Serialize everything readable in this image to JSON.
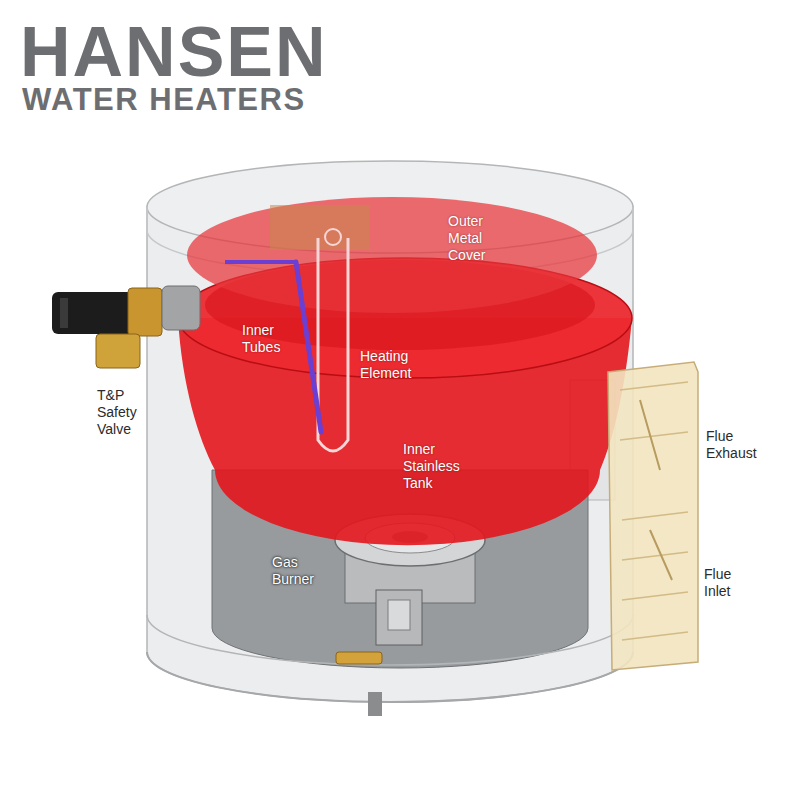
{
  "diagram": {
    "labels": [
      "HANSEN",
      "WATER HEATERS",
      "Outer Metal Cover",
      "Inner Tubes",
      "Heating Element",
      "T&P Safety Valve",
      "Inner Stainless Tank",
      "Flue Exhaust",
      "Flue Inlet",
      "Gas Burner"
    ]
  }
}
